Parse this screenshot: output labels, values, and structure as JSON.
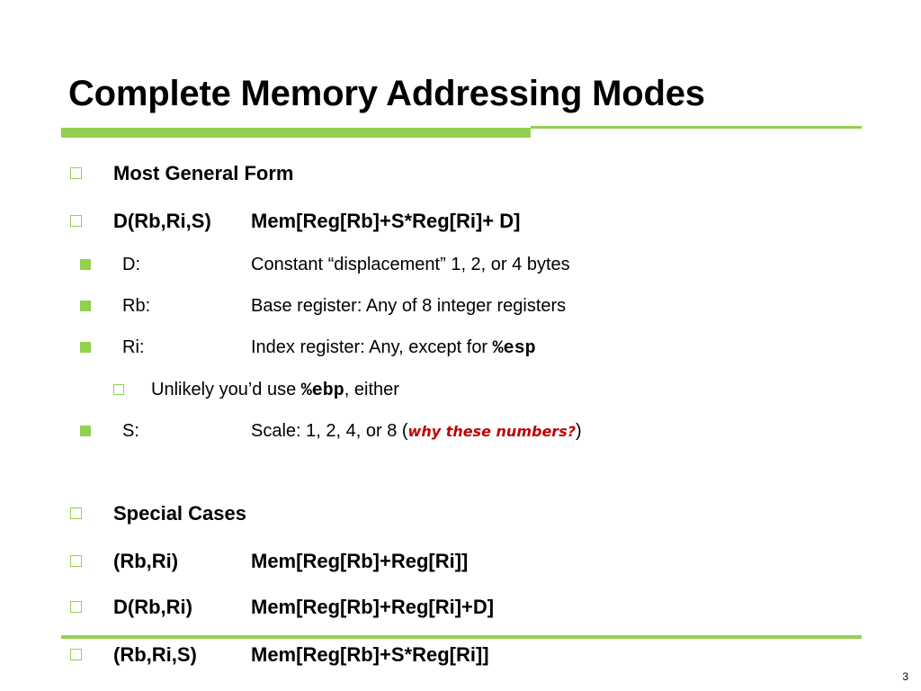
{
  "slide": {
    "title": "Complete Memory Addressing Modes",
    "page_number": "3",
    "accent_color": "#92D050",
    "highlight_color": "#C00000"
  },
  "general": {
    "heading": "Most General Form",
    "form": {
      "expr": "D(Rb,Ri,S)",
      "meaning": "Mem[Reg[Rb]+S*Reg[Ri]+ D]"
    },
    "items": [
      {
        "term": "D:",
        "desc": "Constant “displacement” 1, 2, or 4 bytes"
      },
      {
        "term": "Rb:",
        "desc": "Base register: Any of 8 integer registers"
      },
      {
        "term": "Ri:",
        "desc_prefix": "Index register: Any, except for ",
        "desc_code": "%esp"
      },
      {
        "term": "S:",
        "desc_prefix": "Scale: 1, 2, 4, or 8 (",
        "desc_highlight": "why these numbers?",
        "desc_suffix": ")"
      }
    ],
    "sub_note": {
      "prefix": "Unlikely you’d use ",
      "code": "%ebp",
      "suffix": ", either"
    }
  },
  "special": {
    "heading": "Special Cases",
    "cases": [
      {
        "expr": "(Rb,Ri)",
        "meaning": "Mem[Reg[Rb]+Reg[Ri]]"
      },
      {
        "expr": "D(Rb,Ri)",
        "meaning": "Mem[Reg[Rb]+Reg[Ri]+D]"
      },
      {
        "expr": "(Rb,Ri,S)",
        "meaning": "Mem[Reg[Rb]+S*Reg[Ri]]"
      }
    ]
  }
}
